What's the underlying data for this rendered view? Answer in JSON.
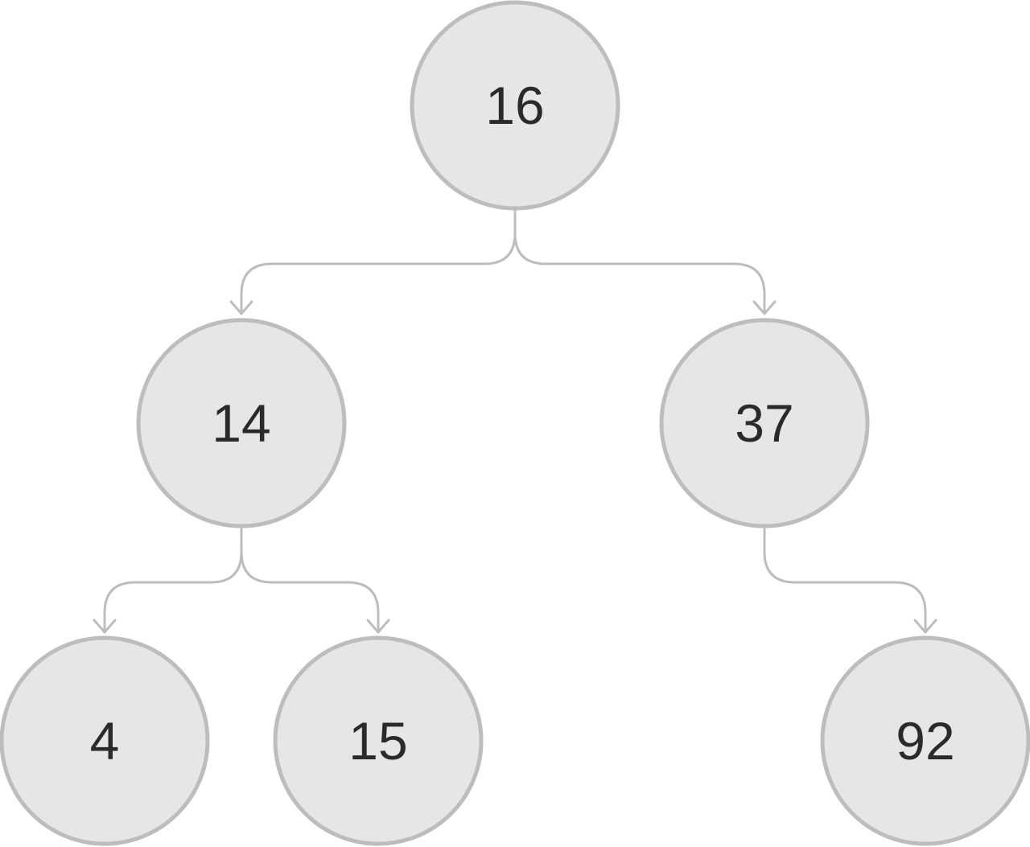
{
  "diagram": {
    "type": "binary-tree",
    "colors": {
      "node_fill": "#e6e6e6",
      "node_stroke": "#bdbdbd",
      "edge": "#bdbdbd",
      "label": "#2a2a2a"
    },
    "nodes": [
      {
        "id": "n16",
        "label": "16"
      },
      {
        "id": "n14",
        "label": "14"
      },
      {
        "id": "n37",
        "label": "37"
      },
      {
        "id": "n4",
        "label": "4"
      },
      {
        "id": "n15",
        "label": "15"
      },
      {
        "id": "n92",
        "label": "92"
      }
    ],
    "edges": [
      {
        "from": "n16",
        "to": "n14"
      },
      {
        "from": "n16",
        "to": "n37"
      },
      {
        "from": "n14",
        "to": "n4"
      },
      {
        "from": "n14",
        "to": "n15"
      },
      {
        "from": "n37",
        "to": "n92"
      }
    ]
  }
}
